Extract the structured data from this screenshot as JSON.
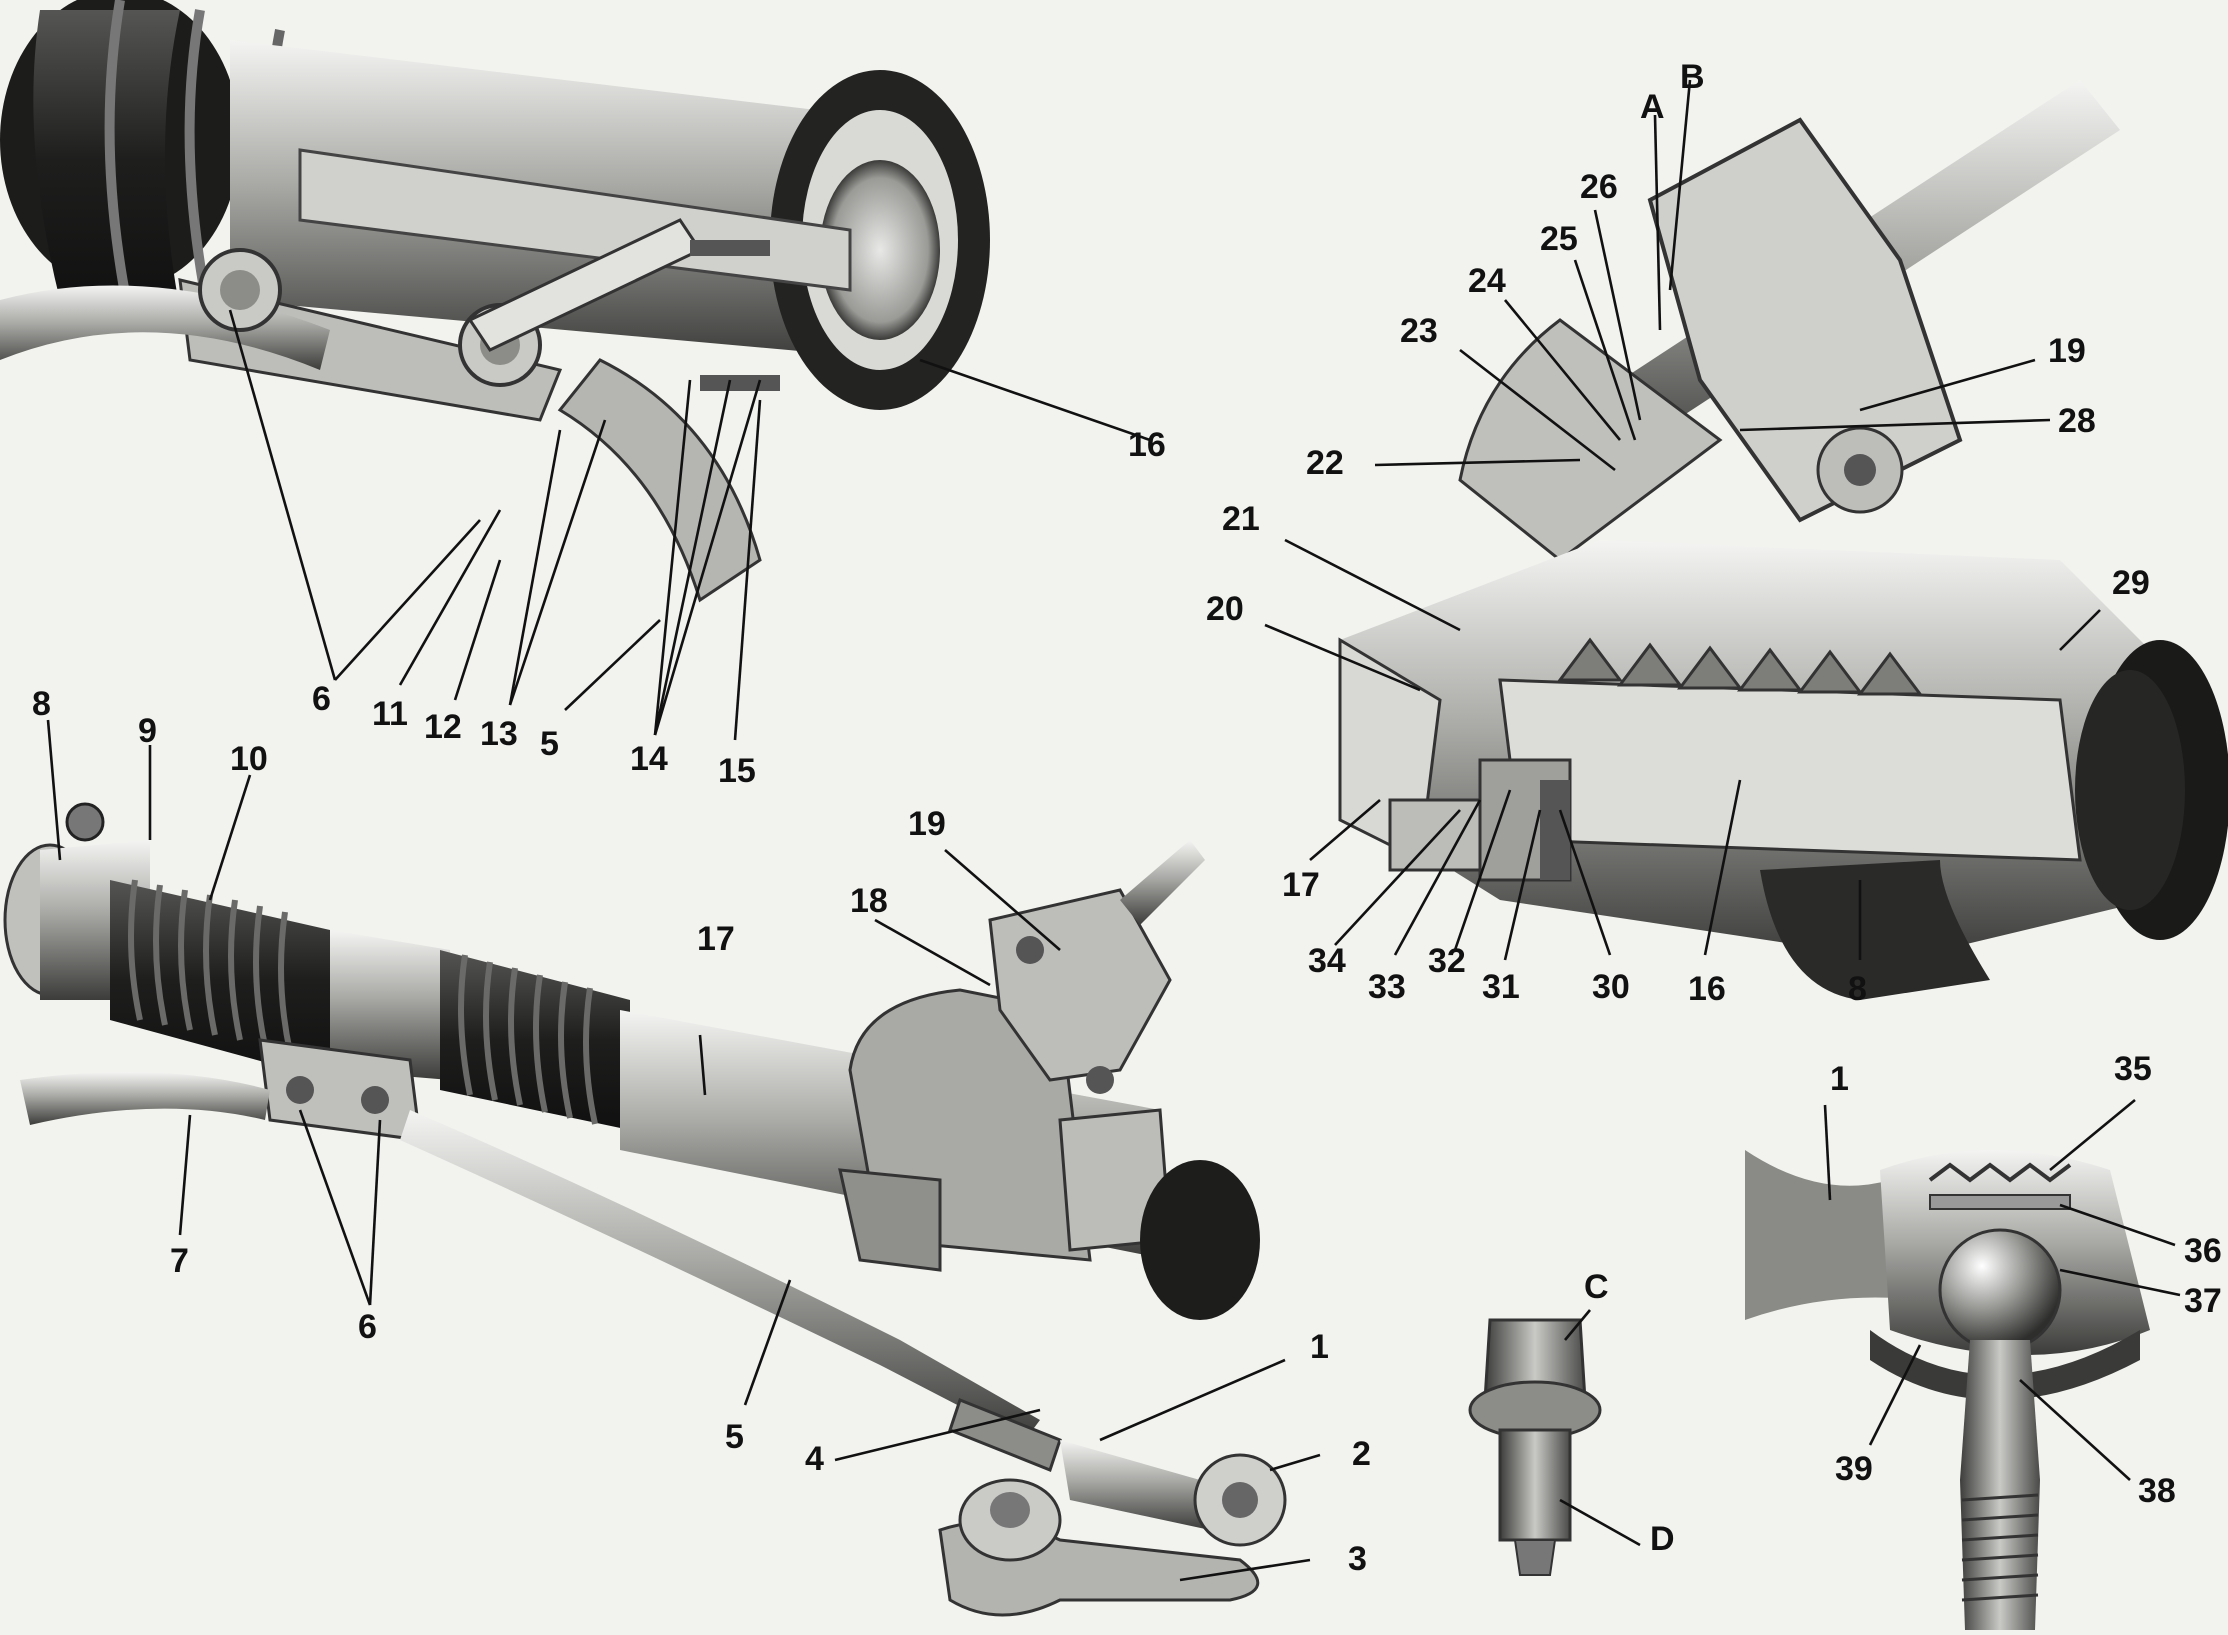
{
  "figure": {
    "labels": [
      "1",
      "2",
      "3",
      "4",
      "5",
      "6",
      "7",
      "8",
      "9",
      "10",
      "11",
      "12",
      "13",
      "14",
      "15",
      "16",
      "17",
      "18",
      "19",
      "20",
      "21",
      "22",
      "23",
      "24",
      "25",
      "26",
      "28",
      "29",
      "30",
      "31",
      "32",
      "33",
      "34",
      "35",
      "36",
      "37",
      "38",
      "39",
      "A",
      "B",
      "C",
      "D"
    ]
  }
}
